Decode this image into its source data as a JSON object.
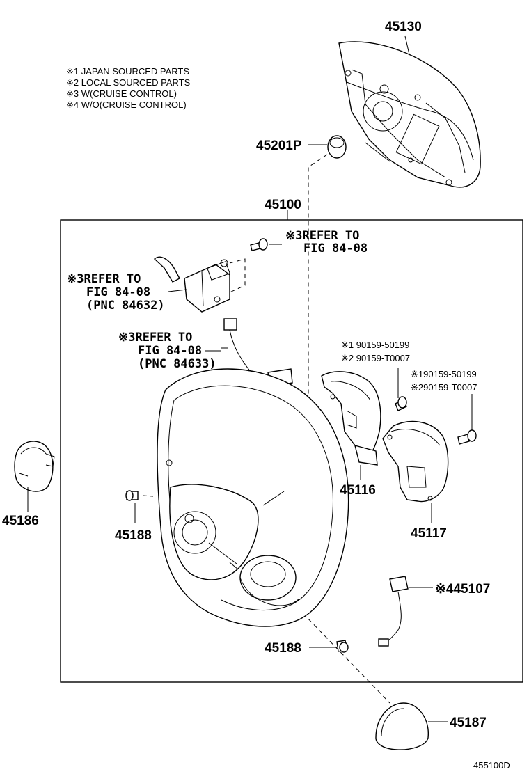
{
  "notes": [
    "※1 JAPAN SOURCED PARTS",
    "※2 LOCAL SOURCED PARTS",
    "※3 W(CRUISE CONTROL)",
    "※4 W/O(CRUISE CONTROL)"
  ],
  "labels": {
    "p45130": "45130",
    "p45201p": "45201P",
    "p45100": "45100",
    "p45186": "45186",
    "p45188a": "45188",
    "p45188b": "45188",
    "p45116": "45116",
    "p45117": "45117",
    "p45107": "※445107",
    "p45187": "45187",
    "bolt1a": "※1 90159-50199",
    "bolt1b": "※2 90159-T0007",
    "bolt2a": "※190159-50199",
    "bolt2b": "※290159-T0007"
  },
  "refs": {
    "top": [
      "※3REFER TO",
      "FIG 84-08"
    ],
    "left": [
      "※3REFER TO",
      "FIG 84-08",
      "(PNC 84632)"
    ],
    "mid": [
      "※3REFER TO",
      "FIG 84-08",
      "(PNC 84633)"
    ]
  },
  "figure_code": "455100D"
}
